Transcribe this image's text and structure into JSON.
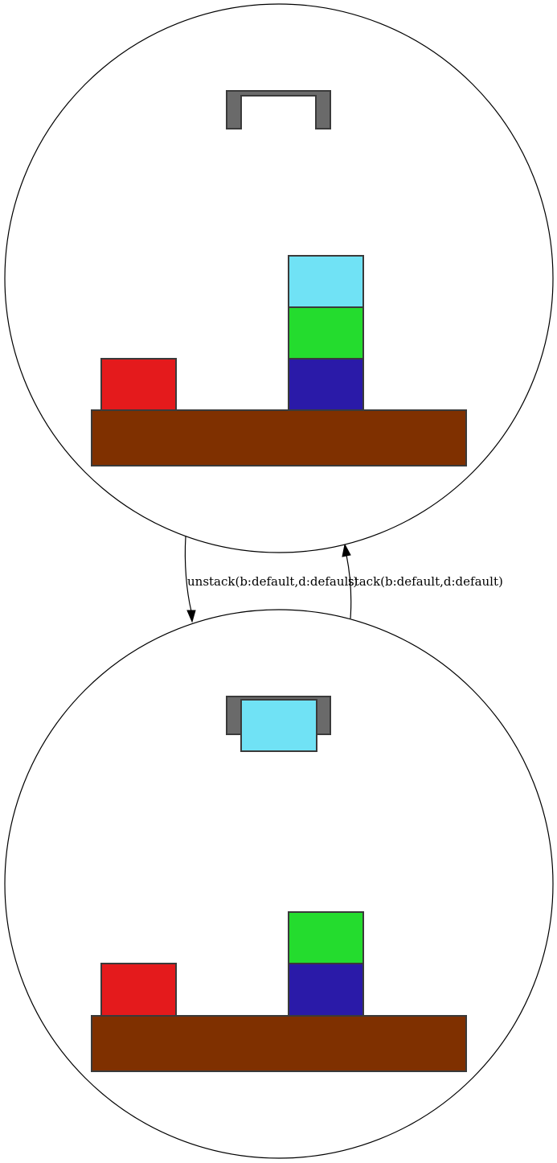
{
  "colors": {
    "table": "#7f3000",
    "gripper": "#6a6a6a",
    "block_red": "#e41a1c",
    "block_blue": "#2a1aa8",
    "block_green": "#24dc2e",
    "block_cyan": "#70e2f5",
    "outline": "#3a3a3a"
  },
  "states": [
    {
      "id": "state-1",
      "holding": null,
      "stacks": [
        [
          "red"
        ],
        [
          "blue",
          "green",
          "cyan"
        ]
      ]
    },
    {
      "id": "state-2",
      "holding": "cyan",
      "stacks": [
        [
          "red"
        ],
        [
          "blue",
          "green"
        ]
      ]
    }
  ],
  "edges": [
    {
      "from": "state-1",
      "to": "state-2",
      "label": "unstack(b:default,d:default)"
    },
    {
      "from": "state-2",
      "to": "state-1",
      "label": "stack(b:default,d:default)"
    }
  ]
}
